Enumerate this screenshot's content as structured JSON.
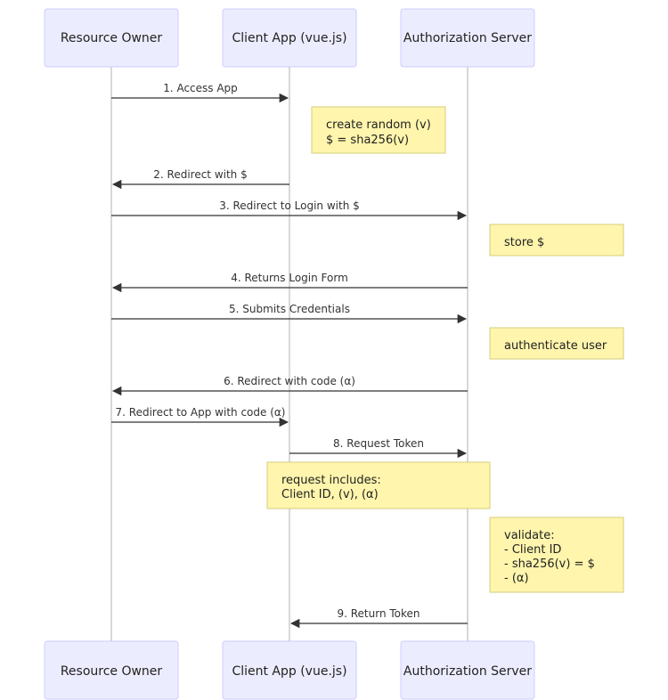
{
  "actors": {
    "owner": "Resource Owner",
    "client": "Client App (vue.js)",
    "server": "Authorization Server"
  },
  "messages": [
    {
      "text": "1. Access App",
      "from": "owner",
      "to": "client"
    },
    {
      "text": "2. Redirect with $",
      "from": "client",
      "to": "owner"
    },
    {
      "text": "3. Redirect to Login with $",
      "from": "owner",
      "to": "server"
    },
    {
      "text": "4. Returns Login Form",
      "from": "server",
      "to": "owner"
    },
    {
      "text": "5. Submits Credentials",
      "from": "owner",
      "to": "server"
    },
    {
      "text": "6. Redirect with code (α)",
      "from": "server",
      "to": "owner"
    },
    {
      "text": "7. Redirect to App with code (α)",
      "from": "owner",
      "to": "client"
    },
    {
      "text": "8. Request Token",
      "from": "client",
      "to": "server"
    },
    {
      "text": "9. Return Token",
      "from": "server",
      "to": "client"
    }
  ],
  "notes": [
    {
      "lines": [
        "create random (v)",
        "$ = sha256(v)"
      ]
    },
    {
      "lines": [
        "store $"
      ]
    },
    {
      "lines": [
        "authenticate user"
      ]
    },
    {
      "lines": [
        "request includes:",
        "Client ID, (v), (α)"
      ]
    },
    {
      "lines": [
        "validate:",
        "- Client ID",
        "- sha256(v) = $",
        "- (α)"
      ]
    }
  ]
}
